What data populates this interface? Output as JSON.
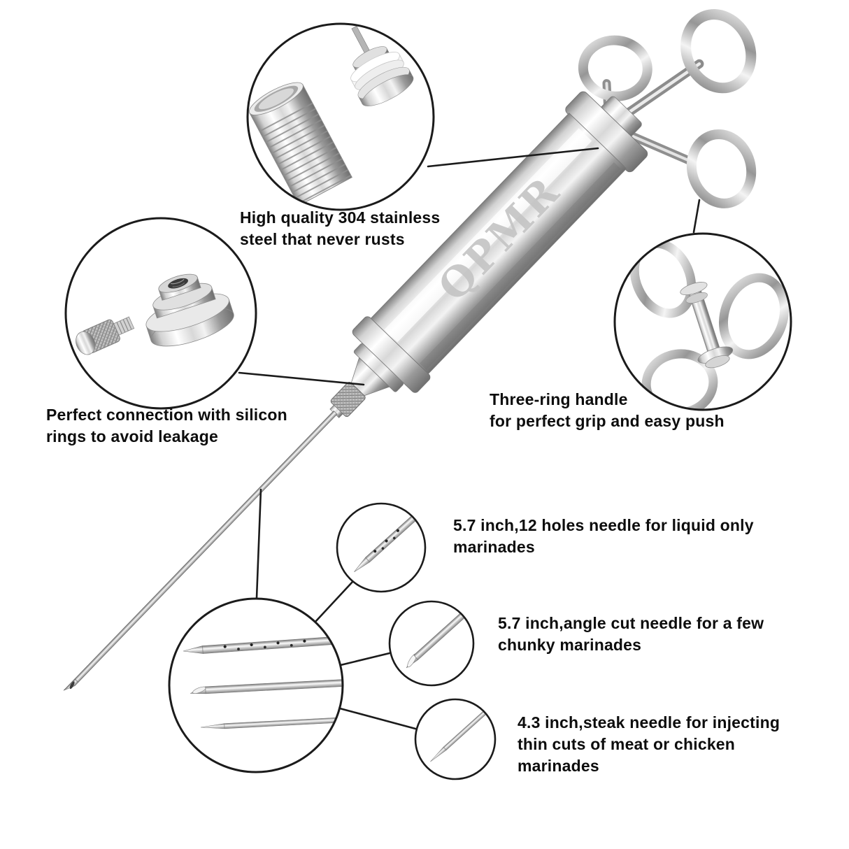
{
  "brand": "QPMR",
  "colors": {
    "background": "#ffffff",
    "outline": "#1b1b1b",
    "text": "#0d0d0d",
    "metal_highlight": "#ffffff",
    "metal_shadow": "#6f6f6f"
  },
  "annotations": {
    "stainless": {
      "lines": [
        "High quality 304 stainless",
        "steel that never rusts"
      ]
    },
    "connection": {
      "lines": [
        "Perfect connection with silicon",
        "rings to avoid leakage"
      ]
    },
    "handle": {
      "lines": [
        "Three-ring handle",
        "for perfect grip and easy push"
      ]
    },
    "needle_12_holes": {
      "lines": [
        "5.7 inch,12 holes needle for liquid only",
        "marinades"
      ]
    },
    "needle_angle_cut": {
      "lines": [
        "5.7 inch,angle cut needle for a few",
        "chunky marinades"
      ]
    },
    "needle_steak": {
      "lines": [
        "4.3 inch,steak needle for injecting",
        "thin cuts of meat or chicken",
        "marinades"
      ]
    }
  }
}
